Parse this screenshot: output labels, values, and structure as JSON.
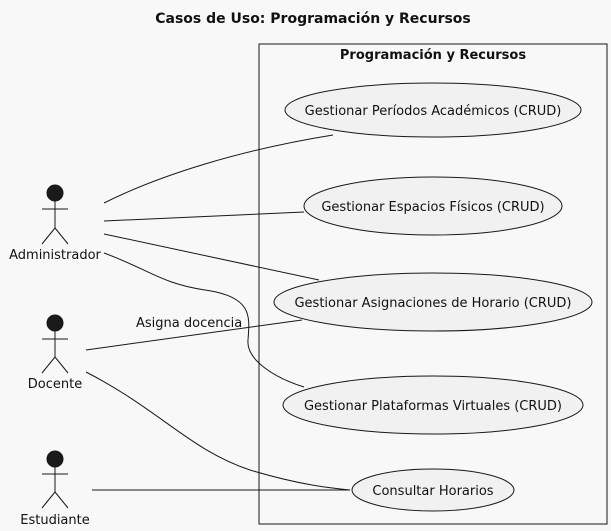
{
  "title": "Casos de Uso: Programación y Recursos",
  "system": {
    "name": "Programación y Recursos"
  },
  "actors": {
    "administrador": "Administrador",
    "docente": "Docente",
    "estudiante": "Estudiante"
  },
  "use_cases": {
    "periodos": "Gestionar Períodos Académicos (CRUD)",
    "espacios": "Gestionar Espacios Físicos (CRUD)",
    "asignaciones": "Gestionar Asignaciones de Horario (CRUD)",
    "plataformas": "Gestionar Plataformas Virtuales (CRUD)",
    "horarios": "Consultar Horarios"
  },
  "associations": {
    "docente_asignaciones_label": "Asigna docencia"
  },
  "colors": {
    "background": "#f8f8f8",
    "use_case_fill": "#f1f1f1",
    "stroke": "#181818",
    "actor_head": "#1a1a1a"
  }
}
